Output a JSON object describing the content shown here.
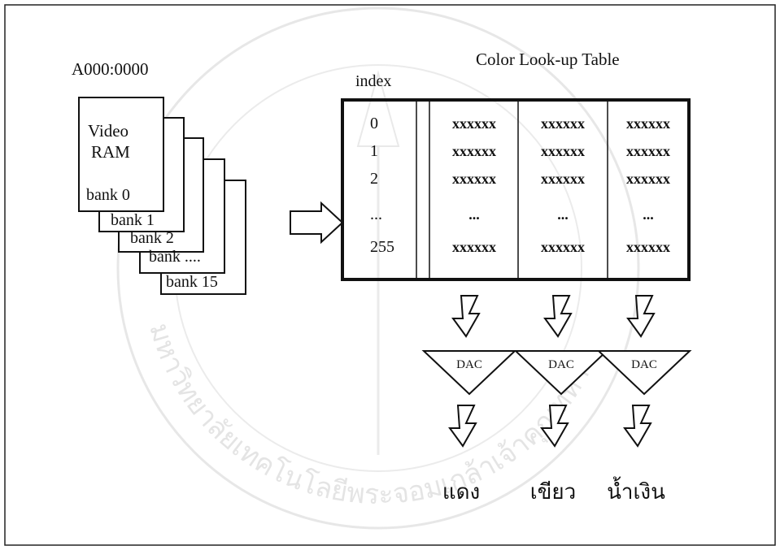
{
  "address": "A000:0000",
  "table_title": "Color Look-up Table",
  "index_header": "index",
  "vram": {
    "title_line1": "Video",
    "title_line2": "RAM",
    "banks": [
      "bank 0",
      "bank 1",
      "bank 2",
      "bank ....",
      "bank 15"
    ]
  },
  "lut": {
    "indices": [
      "0",
      "1",
      "2",
      "...",
      "255"
    ],
    "cell": "xxxxxx",
    "ellipsis": "..."
  },
  "dac_label": "DAC",
  "outputs": [
    "แดง",
    "เขียว",
    "น้ำเงิน"
  ],
  "watermark": {
    "text": "มหาวิทยาลัยเทคโนโลยีพระจอมเกล้าเจ้าคุณทหาร",
    "color": "#cfcfcf"
  }
}
